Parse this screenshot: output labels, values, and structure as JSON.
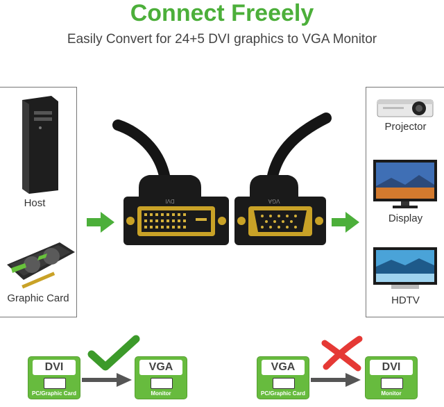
{
  "header": {
    "title": "Connect Freeely",
    "subtitle": "Easily Convert for 24+5 DVI graphics to VGA Monitor"
  },
  "left_panel": {
    "items": [
      {
        "label": "Host",
        "icon": "desktop-tower-icon"
      },
      {
        "label": "Graphic Card",
        "icon": "graphics-card-icon"
      }
    ]
  },
  "right_panel": {
    "items": [
      {
        "label": "Projector",
        "icon": "projector-icon"
      },
      {
        "label": "Display",
        "icon": "monitor-icon"
      },
      {
        "label": "HDTV",
        "icon": "tv-icon"
      }
    ]
  },
  "cable": {
    "dvi_plug_text": "DVI",
    "vga_plug_text": "VGA"
  },
  "diagram": {
    "valid": {
      "from": {
        "name": "DVI",
        "caption": "PC/Graphic Card"
      },
      "to": {
        "name": "VGA",
        "caption": "Monitor"
      },
      "status_icon": "check-icon"
    },
    "invalid": {
      "from": {
        "name": "VGA",
        "caption": "PC/Graphic Card"
      },
      "to": {
        "name": "DVI",
        "caption": "Monitor"
      },
      "status_icon": "cross-icon"
    }
  },
  "colors": {
    "accent_green": "#4caf3a",
    "check_green": "#3c9a2a",
    "cross_red": "#e53935"
  }
}
